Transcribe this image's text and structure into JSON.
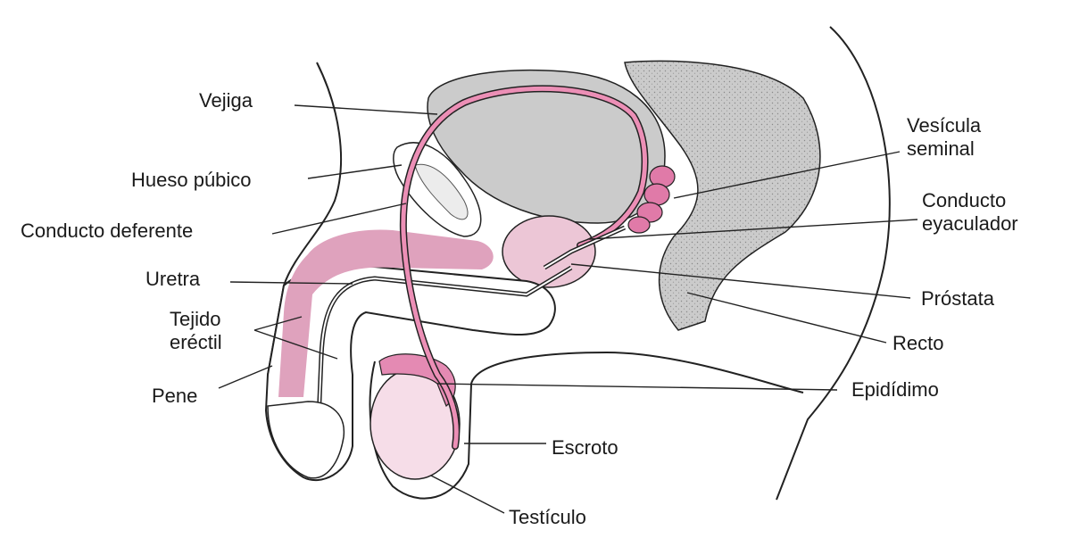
{
  "labels": {
    "vejiga": "Vejiga",
    "hueso_pubico": "Hueso púbico",
    "conducto_deferente": "Conducto deferente",
    "uretra": "Uretra",
    "tejido_erectil_line1": "Tejido",
    "tejido_erectil_line2": "eréctil",
    "pene": "Pene",
    "vesicula_seminal_line1": "Vesícula",
    "vesicula_seminal_line2": "seminal",
    "conducto_eyaculador_line1": "Conducto",
    "conducto_eyaculador_line2": "eyaculador",
    "prostata": "Próstata",
    "recto": "Recto",
    "epididimo": "Epidídimo",
    "escroto": "Escroto",
    "testiculo": "Testículo"
  },
  "colors": {
    "organ_gray": "#cbcbcb",
    "tube_pink": "#ec8fb6",
    "tissue_pink": "#dfa2bd",
    "testis_pink": "#f6dde8",
    "outline": "#222222"
  }
}
